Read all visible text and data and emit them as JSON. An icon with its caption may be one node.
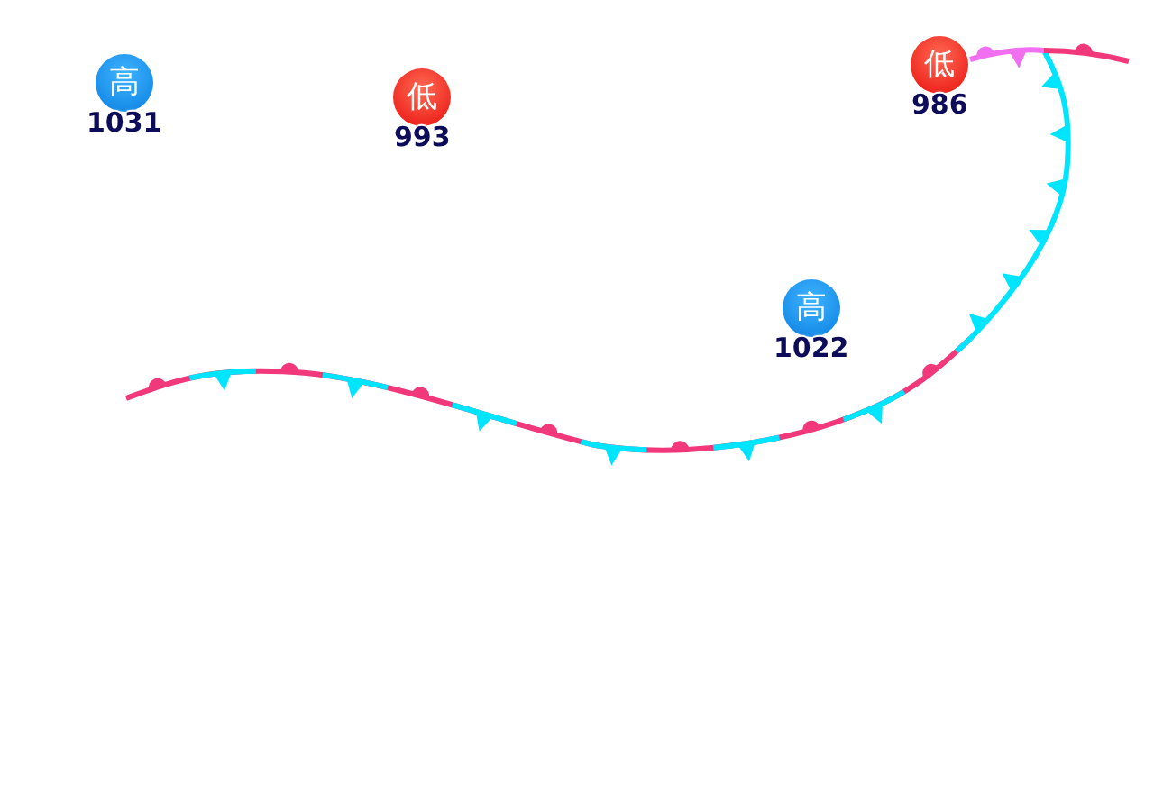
{
  "diagram": {
    "nodes": [
      {
        "text": [
          "高"
        ],
        "beside": [
          "1031"
        ]
      },
      {
        "text": [
          "低"
        ],
        "beside": [
          "993"
        ]
      },
      {
        "text": [
          "低"
        ],
        "beside": [
          "986"
        ]
      },
      {
        "text": [
          "高"
        ],
        "beside": [
          "1022"
        ]
      }
    ],
    "edges": []
  }
}
